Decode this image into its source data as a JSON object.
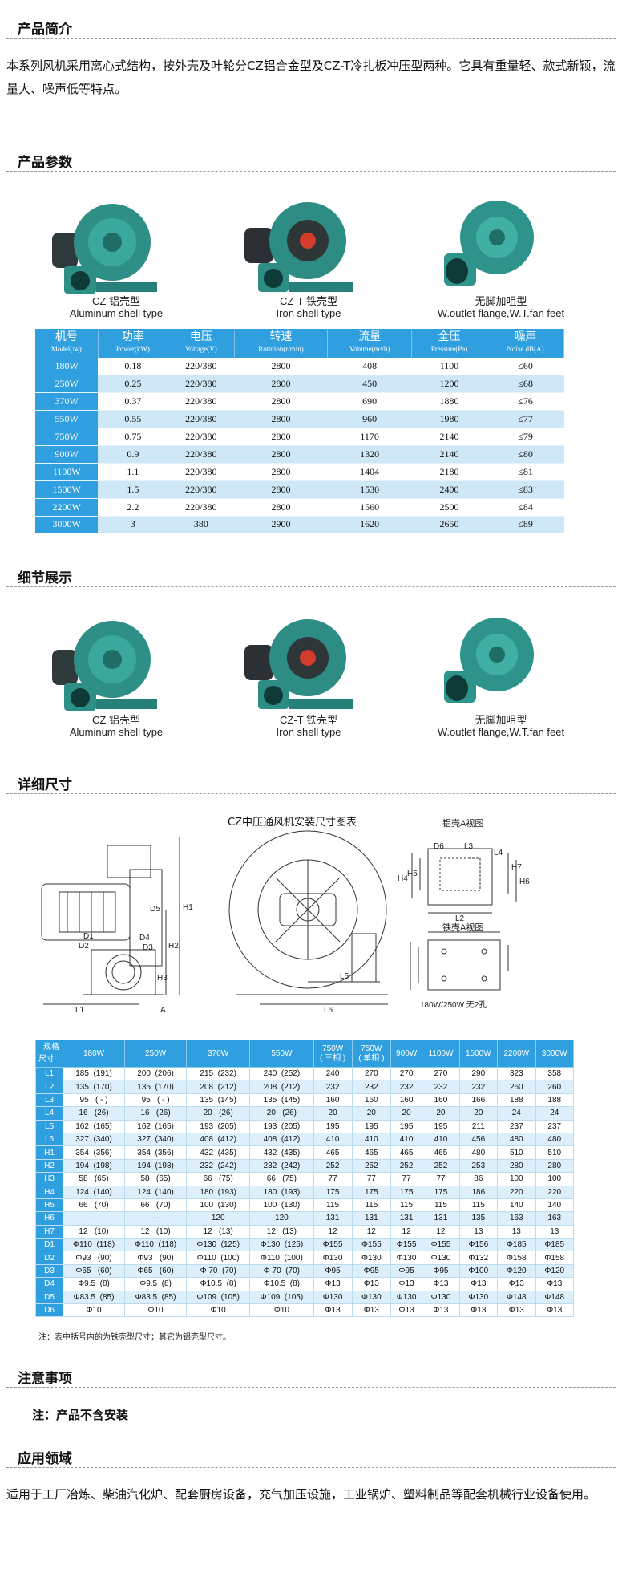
{
  "sections": {
    "intro_title": "产品简介",
    "params_title": "产品参数",
    "detail_title": "细节展示",
    "size_title": "详细尺寸",
    "notice_title": "注意事项",
    "app_title": "应用领域"
  },
  "intro_text": "本系列风机采用离心式结构，按外壳及叶轮分CZ铝合金型及CZ-T冷扎板冲压型两种。它具有重量轻、款式新颖，流量大、噪声低等特点。",
  "products": [
    {
      "zh": "CZ 铝壳型",
      "en": "Aluminum shell type"
    },
    {
      "zh": "CZ-T 铁壳型",
      "en": "Iron shell type"
    },
    {
      "zh": "无脚加咀型",
      "en": "W.outlet flange,W.T.fan feet"
    }
  ],
  "colors": {
    "header_blue": "#2f9fe0",
    "row_alt": "#cfe8f8",
    "fan_green": "#2e8f86"
  },
  "params_table": {
    "headers": [
      {
        "zh": "机号",
        "en": "Model(№)"
      },
      {
        "zh": "功率",
        "en": "Power(kW)"
      },
      {
        "zh": "电压",
        "en": "Voltage(V)"
      },
      {
        "zh": "转速",
        "en": "Rotation(r/min)"
      },
      {
        "zh": "流量",
        "en": "Volume(m³/h)"
      },
      {
        "zh": "全压",
        "en": "Pressure(Pa)"
      },
      {
        "zh": "噪声",
        "en": "Noise dB(A)"
      }
    ],
    "rows": [
      [
        "180W",
        "0.18",
        "220/380",
        "2800",
        "408",
        "1100",
        "≤60"
      ],
      [
        "250W",
        "0.25",
        "220/380",
        "2800",
        "450",
        "1200",
        "≤68"
      ],
      [
        "370W",
        "0.37",
        "220/380",
        "2800",
        "690",
        "1880",
        "≤76"
      ],
      [
        "550W",
        "0.55",
        "220/380",
        "2800",
        "960",
        "1980",
        "≤77"
      ],
      [
        "750W",
        "0.75",
        "220/380",
        "2800",
        "1170",
        "2140",
        "≤79"
      ],
      [
        "900W",
        "0.9",
        "220/380",
        "2800",
        "1320",
        "2140",
        "≤80"
      ],
      [
        "1100W",
        "1.1",
        "220/380",
        "2800",
        "1404",
        "2180",
        "≤81"
      ],
      [
        "1500W",
        "1.5",
        "220/380",
        "2800",
        "1530",
        "2400",
        "≤83"
      ],
      [
        "2200W",
        "2.2",
        "220/380",
        "2800",
        "1560",
        "2500",
        "≤84"
      ],
      [
        "3000W",
        "3",
        "380",
        "2900",
        "1620",
        "2650",
        "≤89"
      ]
    ]
  },
  "drawing": {
    "title": "CZ中压通风机安装尺寸图表",
    "view_a_al": "铝壳A视图",
    "view_a_fe": "铁壳A视图",
    "note_holes": "180W/250W 无2孔",
    "labels": [
      "D5",
      "H1",
      "H2",
      "H3",
      "D1",
      "D2",
      "D3",
      "D4",
      "L1",
      "A",
      "L5",
      "L6",
      "D6",
      "L3",
      "L4",
      "H4",
      "H5",
      "H7",
      "H6",
      "L2"
    ]
  },
  "dims_table": {
    "corner_top": "规格",
    "corner_bottom": "尺寸",
    "headers": [
      "180W",
      "250W",
      "370W",
      "550W",
      "750W\n( 三相 )",
      "750W\n( 单相 )",
      "900W",
      "1100W",
      "1500W",
      "2200W",
      "3000W"
    ],
    "rows": [
      [
        "L1",
        "185  (191)",
        "200  (206)",
        "215  (232)",
        "240  (252)",
        "240",
        "270",
        "270",
        "270",
        "290",
        "323",
        "358"
      ],
      [
        "L2",
        "135  (170)",
        "135  (170)",
        "208  (212)",
        "208  (212)",
        "232",
        "232",
        "232",
        "232",
        "232",
        "260",
        "260"
      ],
      [
        "L3",
        "95   ( - )",
        "95   ( - )",
        "135  (145)",
        "135  (145)",
        "160",
        "160",
        "160",
        "160",
        "166",
        "188",
        "188"
      ],
      [
        "L4",
        "16   (26)",
        "16   (26)",
        "20   (26)",
        "20   (26)",
        "20",
        "20",
        "20",
        "20",
        "20",
        "24",
        "24"
      ],
      [
        "L5",
        "162  (165)",
        "162  (165)",
        "193  (205)",
        "193  (205)",
        "195",
        "195",
        "195",
        "195",
        "211",
        "237",
        "237"
      ],
      [
        "L6",
        "327  (340)",
        "327  (340)",
        "408  (412)",
        "408  (412)",
        "410",
        "410",
        "410",
        "410",
        "456",
        "480",
        "480"
      ],
      [
        "H1",
        "354  (356)",
        "354  (356)",
        "432  (435)",
        "432  (435)",
        "465",
        "465",
        "465",
        "465",
        "480",
        "510",
        "510"
      ],
      [
        "H2",
        "194  (198)",
        "194  (198)",
        "232  (242)",
        "232  (242)",
        "252",
        "252",
        "252",
        "252",
        "253",
        "280",
        "280"
      ],
      [
        "H3",
        "58   (65)",
        "58   (65)",
        "66   (75)",
        "66   (75)",
        "77",
        "77",
        "77",
        "77",
        "86",
        "100",
        "100"
      ],
      [
        "H4",
        "124  (140)",
        "124  (140)",
        "180  (193)",
        "180  (193)",
        "175",
        "175",
        "175",
        "175",
        "186",
        "220",
        "220"
      ],
      [
        "H5",
        "66   (70)",
        "66   (70)",
        "100  (130)",
        "100  (130)",
        "115",
        "115",
        "115",
        "115",
        "115",
        "140",
        "140"
      ],
      [
        "H6",
        "—",
        "—",
        "120",
        "120",
        "131",
        "131",
        "131",
        "131",
        "135",
        "163",
        "163"
      ],
      [
        "H7",
        "12   (10)",
        "12   (10)",
        "12   (13)",
        "12   (13)",
        "12",
        "12",
        "12",
        "12",
        "13",
        "13",
        "13"
      ],
      [
        "D1",
        "Φ110  (118)",
        "Φ110  (118)",
        "Φ130  (125)",
        "Φ130  (125)",
        "Φ155",
        "Φ155",
        "Φ155",
        "Φ155",
        "Φ156",
        "Φ185",
        "Φ185"
      ],
      [
        "D2",
        "Φ93   (90)",
        "Φ93   (90)",
        "Φ110  (100)",
        "Φ110  (100)",
        "Φ130",
        "Φ130",
        "Φ130",
        "Φ130",
        "Φ132",
        "Φ158",
        "Φ158"
      ],
      [
        "D3",
        "Φ65   (60)",
        "Φ65   (60)",
        "Φ 70  (70)",
        "Φ 70  (70)",
        "Φ95",
        "Φ95",
        "Φ95",
        "Φ95",
        "Φ100",
        "Φ120",
        "Φ120"
      ],
      [
        "D4",
        "Φ9.5  (8)",
        "Φ9.5  (8)",
        "Φ10.5  (8)",
        "Φ10.5  (8)",
        "Φ13",
        "Φ13",
        "Φ13",
        "Φ13",
        "Φ13",
        "Φ13",
        "Φ13"
      ],
      [
        "D5",
        "Φ83.5  (85)",
        "Φ83.5  (85)",
        "Φ109  (105)",
        "Φ109  (105)",
        "Φ130",
        "Φ130",
        "Φ130",
        "Φ130",
        "Φ130",
        "Φ148",
        "Φ148"
      ],
      [
        "D6",
        "Φ10",
        "Φ10",
        "Φ10",
        "Φ10",
        "Φ13",
        "Φ13",
        "Φ13",
        "Φ13",
        "Φ13",
        "Φ13",
        "Φ13"
      ]
    ]
  },
  "dims_note": "注：表中括号内的为铁壳型尺寸；其它为铝壳型尺寸。",
  "notice_text": "注：产品不含安装",
  "app_text": "适用于工厂冶炼、柴油汽化炉、配套厨房设备，充气加压设施，工业锅炉、塑料制品等配套机械行业设备使用。"
}
